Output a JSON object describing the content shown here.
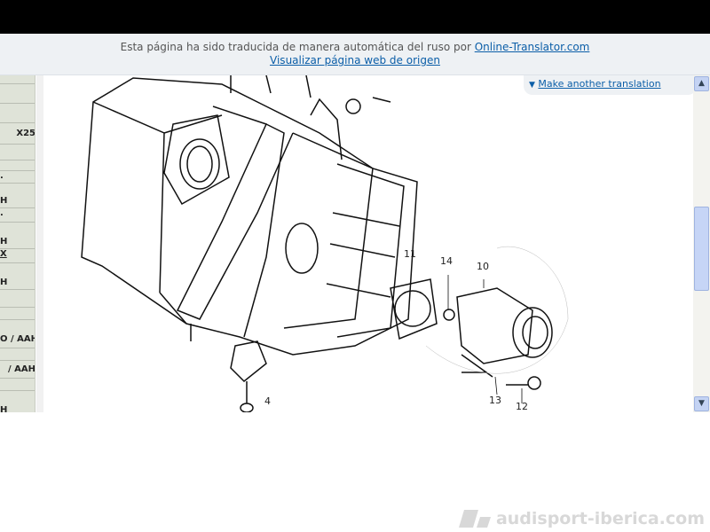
{
  "banner": {
    "text": "Esta página ha sido traducida de manera automática del ruso por ",
    "link": "Online-Translator.com",
    "origin_link": "Visualizar página web de origen"
  },
  "translate_again": {
    "label": "Make another translation"
  },
  "sidebar": {
    "items": [
      "",
      "",
      "",
      "X25",
      "",
      "",
      ".",
      "H",
      ".",
      "H",
      "X",
      "H",
      "",
      "",
      "O / AAH",
      "",
      "/ AAH",
      "",
      "H"
    ]
  },
  "diagram": {
    "labels": {
      "p4": "4",
      "p10": "10",
      "p11": "11",
      "p12": "12",
      "p13": "13",
      "p14": "14"
    }
  },
  "watermark": "audisport-iberica.com"
}
